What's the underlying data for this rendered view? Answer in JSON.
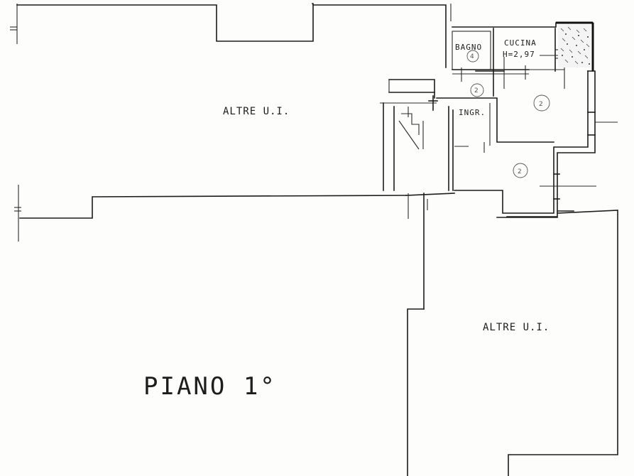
{
  "plan": {
    "floor_label": "PIANO 1°",
    "other_units_top": "ALTRE U.I.",
    "other_units_bottom": "ALTRE U.I.",
    "rooms": {
      "bathroom": "BAGNO",
      "kitchen": "CUCINA",
      "kitchen_height": "H=2,97",
      "entrance": "INGR."
    },
    "room_markers": [
      "4",
      "2",
      "2",
      "2"
    ]
  }
}
